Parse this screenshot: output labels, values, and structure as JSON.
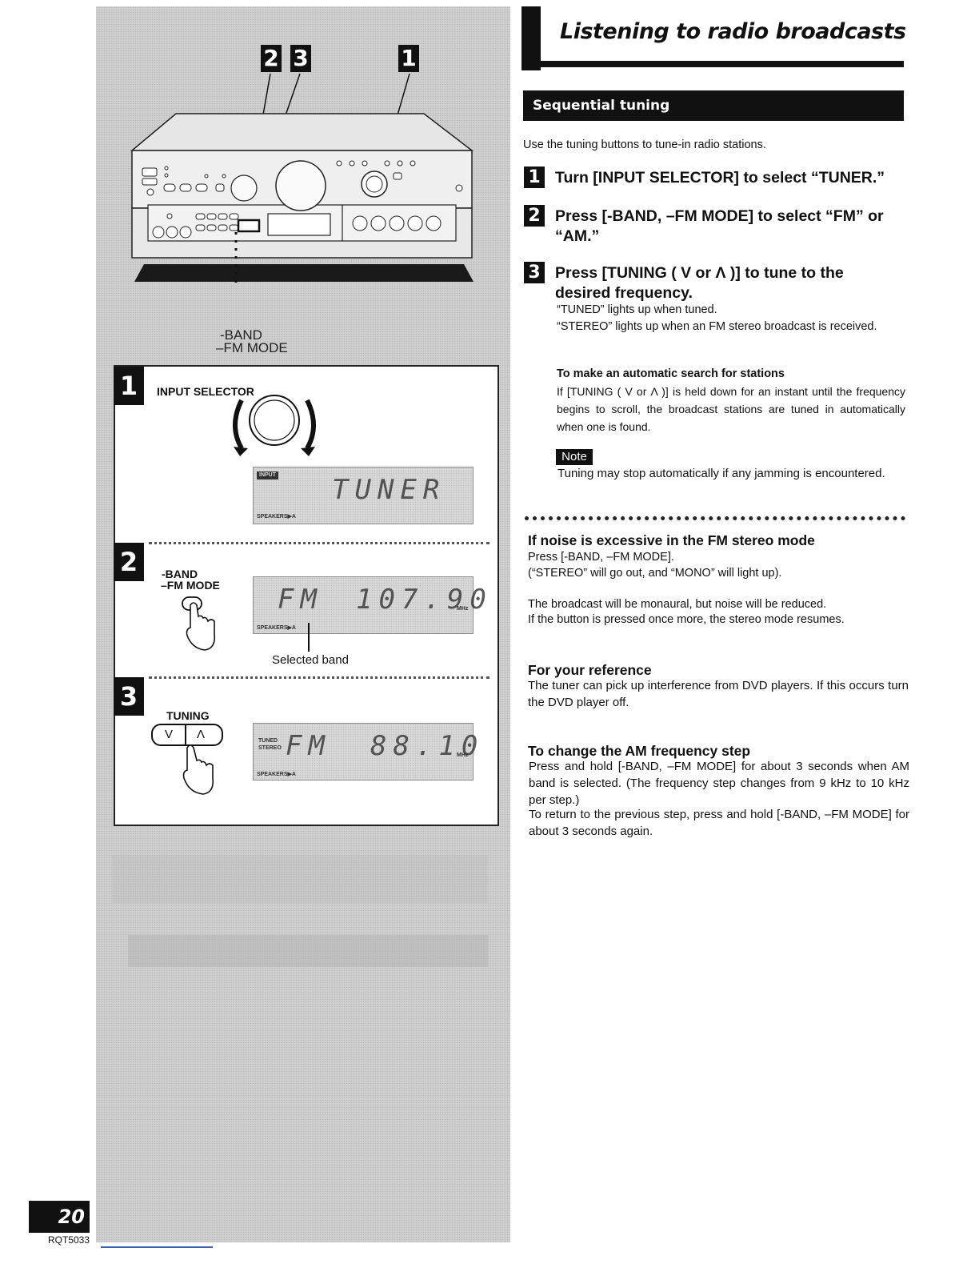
{
  "page": {
    "title": "Listening to radio broadcasts",
    "section": "Sequential tuning",
    "page_number": "20",
    "model_code": "RQT5033"
  },
  "illustration": {
    "callout_2": "2",
    "callout_3": "3",
    "callout_1": "1",
    "band_label_1": "-BAND",
    "band_label_2": "–FM MODE",
    "panel": {
      "step1_num": "1",
      "step2_num": "2",
      "step3_num": "3",
      "input_selector": "INPUT SELECTOR",
      "band_1": "-BAND",
      "band_2": "–FM MODE",
      "tuning": "TUNING",
      "tuning_down": "V",
      "tuning_up": "Λ",
      "selected_band": "Selected band",
      "lcd1_tag": "INPUT",
      "lcd1_text": "TUNER",
      "lcd_speakers": "SPEAKERS▶A",
      "lcd2_band": "FM",
      "lcd2_freq": "107.90",
      "lcd2_unit": "MHz",
      "lcd3_tuned": "TUNED",
      "lcd3_stereo": "STEREO",
      "lcd3_band": "FM",
      "lcd3_freq": "88.10",
      "lcd3_unit": "MHz"
    }
  },
  "content": {
    "intro": "Use the tuning buttons to tune-in radio stations.",
    "steps": [
      {
        "num": "1",
        "text": "Turn [INPUT SELECTOR] to select “TUNER.”"
      },
      {
        "num": "2",
        "line1": "Press [-BAND, –FM MODE] to select “FM” or",
        "line2": "“AM.”"
      },
      {
        "num": "3",
        "line1": "Press [TUNING ( V  or  Λ )] to tune to the",
        "line2": "desired frequency."
      }
    ],
    "tuned_note": "“TUNED” lights up when tuned.",
    "stereo_note": "“STEREO” lights up when an FM stereo broadcast is received.",
    "auto_search": {
      "heading": "To make an automatic search for stations",
      "body": "If [TUNING ( V  or  Λ )] is held down for an instant until the frequency begins to scroll, the broadcast stations are tuned in automatically when one is found."
    },
    "note": {
      "label": "Note",
      "body": "Tuning may stop automatically if any jamming is encountered."
    },
    "noise": {
      "heading": "If noise is excessive in the FM stereo mode",
      "line1": "Press [-BAND, –FM MODE].",
      "line2": "(“STEREO” will go out, and “MONO” will light up).",
      "line3": "The broadcast will be monaural, but noise will be reduced.",
      "line4": "If the button is pressed once more, the stereo mode resumes."
    },
    "reference": {
      "heading": "For your reference",
      "body": "The tuner can pick up interference from DVD players. If this occurs turn the DVD player off."
    },
    "am_step": {
      "heading": "To change the AM frequency step",
      "body1": "Press and hold [-BAND, –FM MODE] for about 3 seconds when AM band is selected. (The frequency step changes from 9 kHz to 10 kHz per step.)",
      "body2": "To return to the previous step, press and hold [-BAND, –FM MODE] for about 3 seconds again."
    }
  }
}
